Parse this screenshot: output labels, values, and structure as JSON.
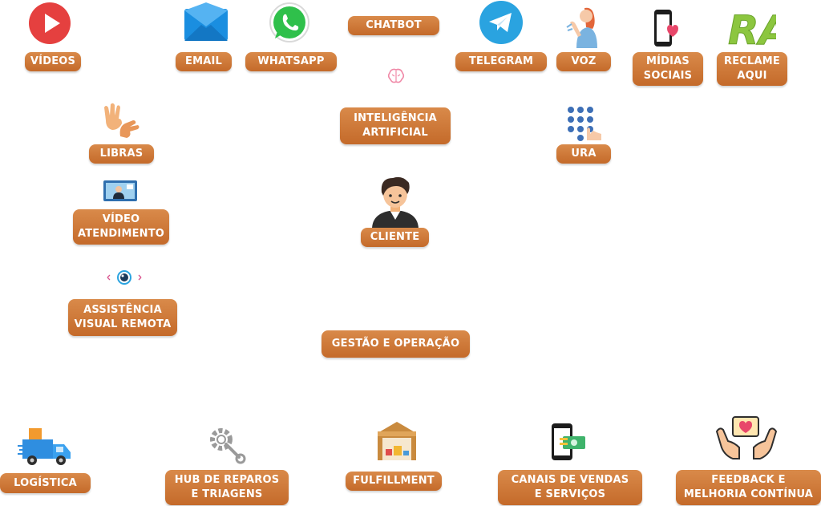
{
  "colors": {
    "label_bg": "#c97633",
    "label_text": "#ffffff"
  },
  "labels": {
    "videos": "VÍDEOS",
    "email": "EMAIL",
    "whatsapp": "WHATSAPP",
    "chatbot": "CHATBOT",
    "telegram": "TELEGRAM",
    "voz": "VOZ",
    "midias_sociais": "MÍDIAS\nSOCIAIS",
    "reclame_aqui": "RECLAME\nAQUI",
    "inteligencia_artificial": "INTELIGÊNCIA\nARTIFICIAL",
    "libras": "LIBRAS",
    "ura": "URA",
    "video_atendimento": "VÍDEO\nATENDIMENTO",
    "cliente": "CLIENTE",
    "assistencia_visual_remota": "ASSISTÊNCIA\nVISUAL REMOTA",
    "gestao_operacao": "GESTÃO E OPERAÇÃO",
    "logistica": "LOGÍSTICA",
    "hub_reparos": "HUB DE REPAROS\nE TRIAGENS",
    "fulfillment": "FULFILLMENT",
    "canais_vendas": "CANAIS DE VENDAS\nE SERVIÇOS",
    "feedback": "FEEDBACK E\nMELHORIA CONTÍNUA"
  },
  "reclame_aqui_logo": "RA"
}
